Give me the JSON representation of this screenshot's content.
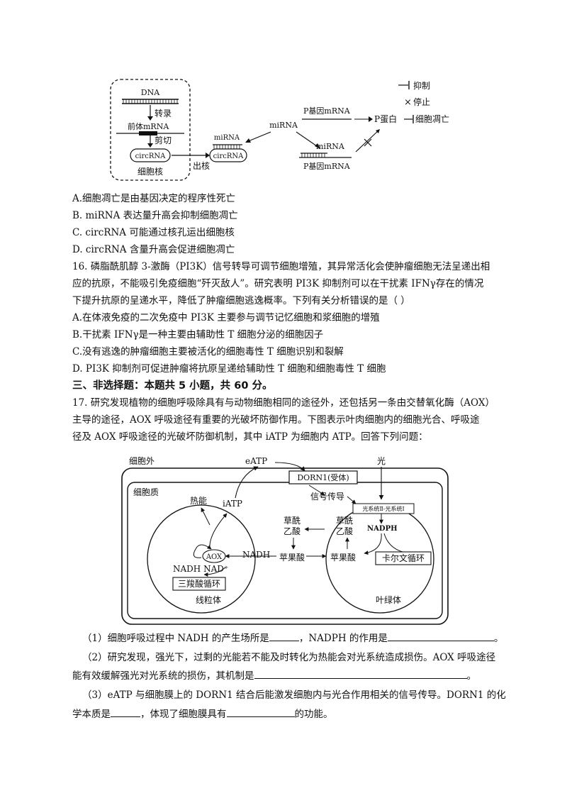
{
  "fig1": {
    "legend_inhibit": "抑制",
    "legend_stop": "停止",
    "dna": "DNA",
    "transcription": "转录",
    "pre_mrna": "前体mRNA",
    "splice": "剪切",
    "circrna_nucleus": "circRNA",
    "nucleus": "细胞核",
    "export": "出核",
    "mirna_left": "miRNA",
    "circrna_out": "circRNA",
    "mirna_mid": "miRNA",
    "p_mrna_top": "P基因mRNA",
    "p_protein": "P蛋白",
    "apoptosis": "细胞凋亡",
    "mirna_bottom": "miRNA",
    "p_mrna_bottom": "P基因mRNA"
  },
  "q15_options": [
    "A.细胞凋亡是由基因决定的程序性死亡",
    "B. miRNA 表达量升高会抑制细胞凋亡",
    "C. circRNA 可能通过核孔运出细胞核",
    "D. circRNA 含量升高会促进细胞凋亡"
  ],
  "q16": {
    "stem_lines": [
      "16. 磷脂酰肌醇 3-激酶（PI3K）信号转导可调节细胞增殖，其异常活化会使肿瘤细胞无法呈递出相",
      "应的抗原，不能吸引免疫细胞“歼灭敌人”。研究表明 PI3K 抑制剂可以在干扰素 IFNγ存在的情况",
      "下提升抗原的呈递水平，降低了肿瘤细胞逃逸概率。下列有关分析错误的是（        ）"
    ],
    "options": [
      "A.在体液免疫的二次免疫中 PI3K 主要参与调节记忆细胞和浆细胞的增殖",
      "B.干扰素 IFNγ是一种主要由辅助性 T 细胞分泌的细胞因子",
      "C.没有逃逸的肿瘤细胞主要被活化的细胞毒性 T 细胞识别和裂解",
      "D. PI3K 抑制剂可促进肿瘤将抗原呈递给辅助性 T 细胞和细胞毒性 T 细胞"
    ]
  },
  "section3_title": "三、非选择题：本题共 5 小题，共 60 分。",
  "q17": {
    "stem_lines": [
      "17. 研究发现植物的细胞呼吸除具有与动物细胞相同的途径外，还包括另一条由交替氧化酶（AOX）",
      "主导的途径，AOX 呼吸途径有重要的光破坏防御作用。下图表示叶肉细胞内的细胞光合、呼吸途",
      "径及 AOX 呼吸途径的光破坏防御机制，其中 iATP 为细胞内 ATP。回答下列问题："
    ],
    "sub1_a": "（1）细胞呼吸过程中 NADH 的产生场所是",
    "sub1_b": "，NADPH 的作用是",
    "sub1_end": "。",
    "sub2_l1": "（2）研究发现，强光下，过剩的光能若不能及时转化为热能会对光系统造成损伤。AOX 呼吸途径",
    "sub2_l2": "能有效缓解强光对光系统的损伤，其机制是",
    "sub2_end": "。",
    "sub3_l1": "（3）eATP 与细胞膜上的 DORN1 结合后能激发细胞内与光合作用相关的信号传导。DORN1 的化",
    "sub3_l2a": "学本质是",
    "sub3_l2b": "，体现了细胞膜具有",
    "sub3_l2c": "的功能。"
  },
  "fig2": {
    "outside": "细胞外",
    "eatp": "eATP",
    "dorn1": "DORN1(受体)",
    "light": "光",
    "cytoplasm": "细胞质",
    "heat": "热能",
    "iatp": "iATP",
    "signal": "信号传导",
    "photosystem": "光系统Ⅱ-光系统Ⅰ",
    "oaa_mid_1": "草酰",
    "oaa_mid_2": "乙酸",
    "nadph": "NADPH",
    "oaa_chl_1": "草酰",
    "oaa_chl_2": "乙酸",
    "aox": "AOX",
    "nadh_arrow": "NADH",
    "malate_mid": "苹果酸",
    "malate_chl": "苹果酸",
    "calvin": "卡尔文循环",
    "nadh_nad": "NADH NAD⁺",
    "tca": "三羧酸循环",
    "mito": "线粒体",
    "chloroplast": "叶绿体"
  }
}
